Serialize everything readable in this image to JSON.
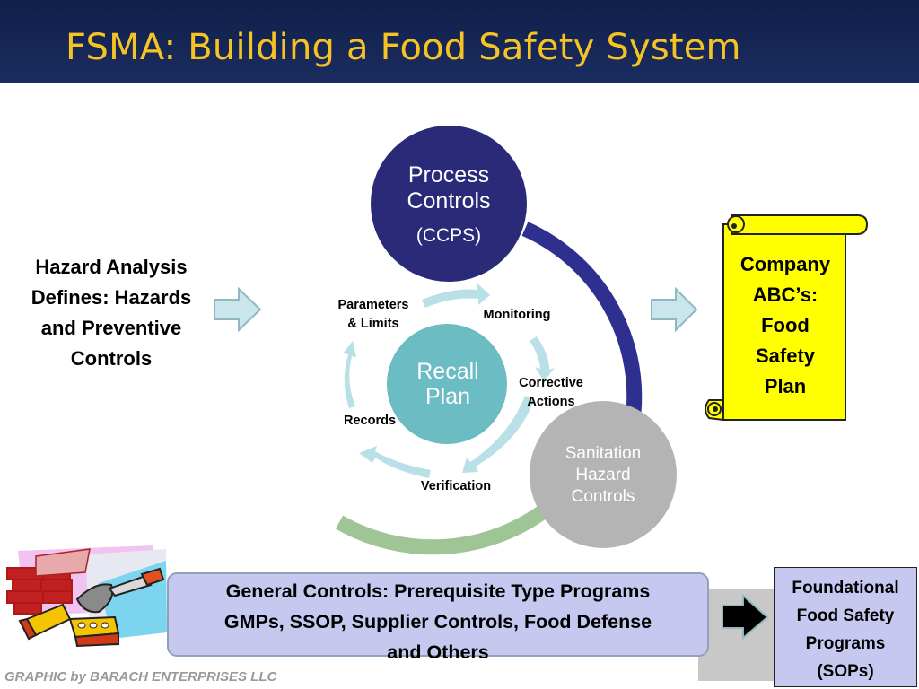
{
  "slide": {
    "title": "FSMA: Building a Food Safety System"
  },
  "left_text": {
    "lines": [
      "Hazard Analysis",
      "Defines: Hazards",
      "and Preventive",
      "Controls"
    ]
  },
  "cycle": {
    "process_controls": {
      "line1": "Process",
      "line2": "Controls",
      "line3": "(CCPS)"
    },
    "sanitation": {
      "line1": "Sanitation",
      "line2": "Hazard",
      "line3": "Controls"
    },
    "recall": {
      "line1": "Recall",
      "line2": "Plan"
    },
    "labels": {
      "parameters_1": "Parameters",
      "parameters_2": "& Limits",
      "monitoring": "Monitoring",
      "corrective_1": "Corrective",
      "corrective_2": "Actions",
      "records": "Records",
      "verification": "Verification"
    }
  },
  "scroll": {
    "lines": [
      "Company",
      "ABC’s:",
      "Food",
      "Safety",
      "Plan"
    ]
  },
  "general_controls": {
    "lines": [
      "General Controls: Prerequisite Type Programs",
      "GMPs, SSOP, Supplier Controls, Food Defense",
      "and Others"
    ]
  },
  "foundational": {
    "lines": [
      "Foundational",
      "Food Safety",
      "Programs",
      "(SOPs)"
    ]
  },
  "footer": "GRAPHIC by BARACH ENTERPRISES LLC",
  "colors": {
    "title": "#f6c324",
    "header_bg": "#1b2d60",
    "process_circle": "#2b2a78",
    "sanitation_circle": "#b4b4b4",
    "recall_circle": "#6cbcc3",
    "scroll_fill": "#ffff00",
    "box_fill": "#c7c8f0",
    "green_arc": "#9fc597",
    "blue_arc": "#2e2f8f",
    "teal_arrows": "#b9e0e6"
  },
  "icons": [
    "arrow-right-icon",
    "bricks-trowel-clipart-icon",
    "scroll-icon"
  ]
}
